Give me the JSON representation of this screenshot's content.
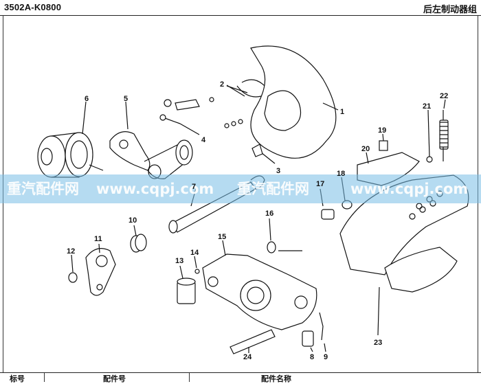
{
  "header": {
    "code": "3502A-K0800",
    "title": "后左制动器组"
  },
  "watermark": {
    "text_left": "重汽配件网",
    "url": "www.cqpj.com",
    "text_mid": "重汽配件网",
    "text_right": "www.cqpj.com"
  },
  "callouts": [
    "1",
    "2",
    "3",
    "4",
    "5",
    "6",
    "7",
    "8",
    "9",
    "10",
    "11",
    "12",
    "13",
    "14",
    "15",
    "16",
    "17",
    "18",
    "19",
    "20",
    "21",
    "22",
    "23",
    "24"
  ],
  "footer": {
    "col1": "标号",
    "col2": "配件号",
    "col3": "配件名称"
  }
}
